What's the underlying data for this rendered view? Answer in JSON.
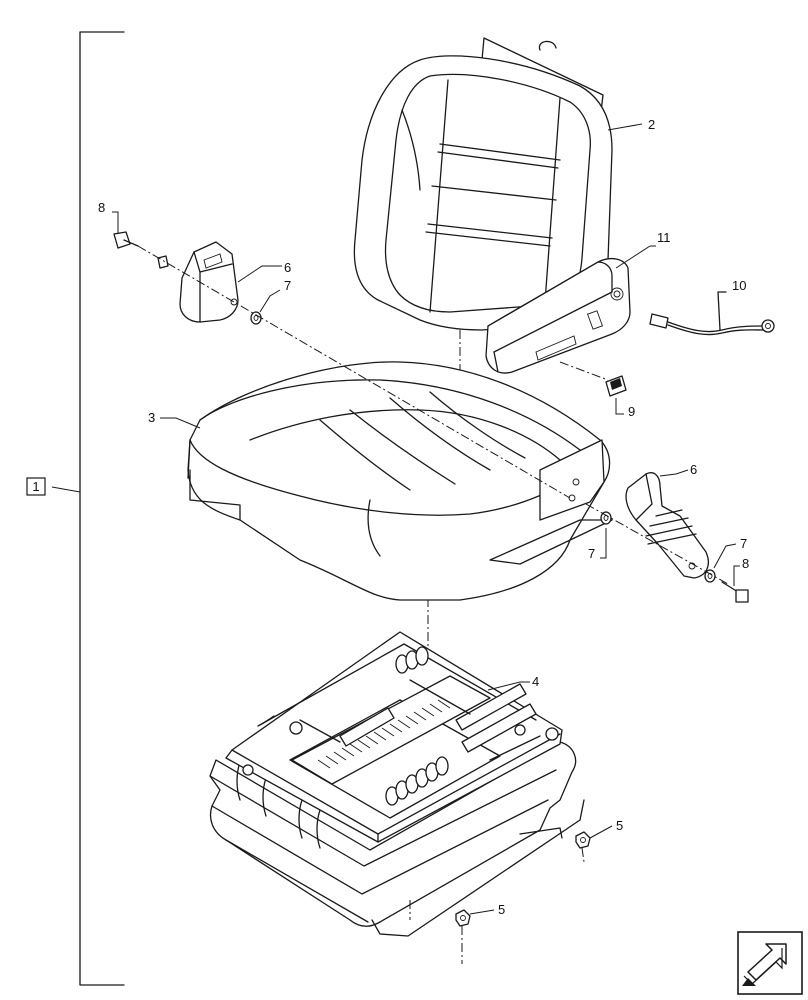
{
  "callouts": {
    "assembly": "1",
    "backrest": "2",
    "cushion": "3",
    "suspension": "4",
    "nut_right": "5",
    "nut_bottom": "5",
    "belt_left": "6",
    "belt_right": "6",
    "washer_left": "7",
    "washer_right_a": "7",
    "washer_right_b": "7",
    "bolt_left": "8",
    "bolt_right": "8",
    "switch": "9",
    "harness": "10",
    "armrest": "11"
  },
  "icons": {
    "navigation": "arrow-icon"
  }
}
